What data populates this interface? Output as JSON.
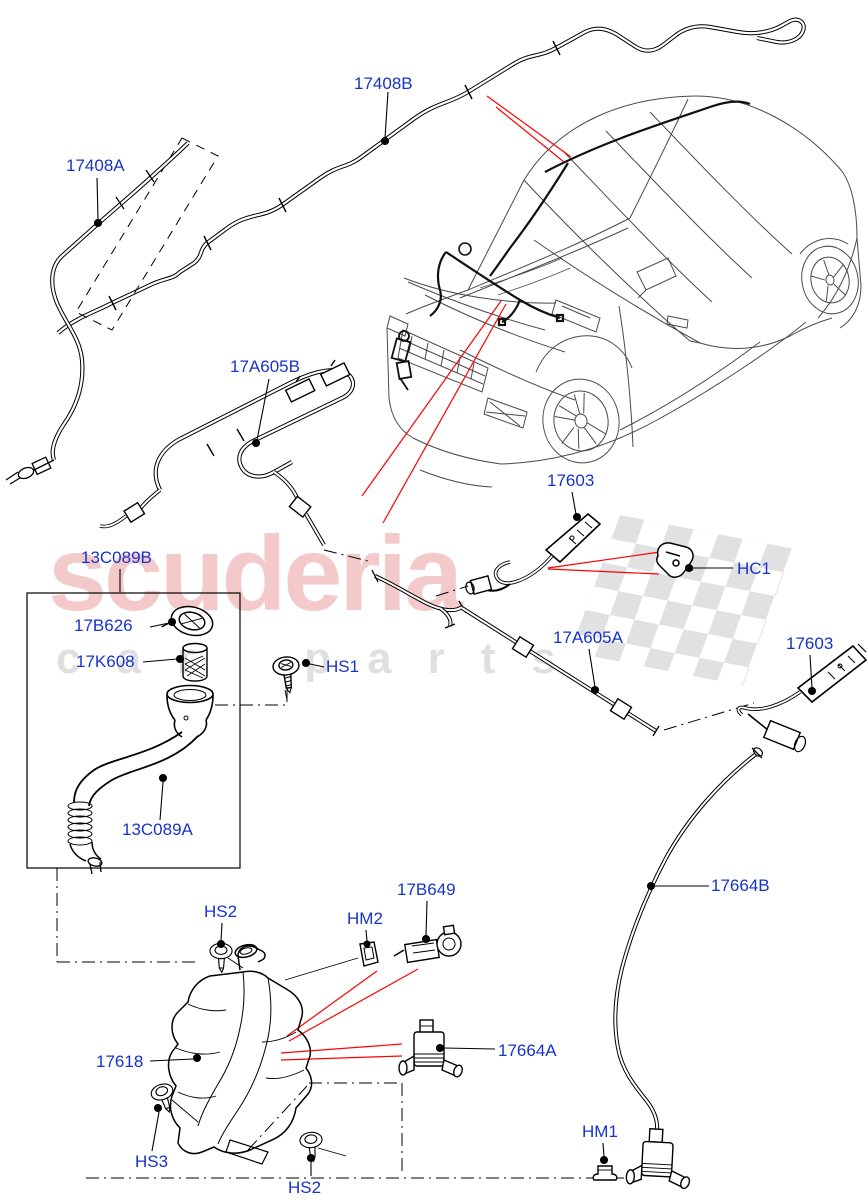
{
  "diagram": {
    "title_context": "windscreen washer parts diagram",
    "watermark": {
      "brand": "scuderia",
      "tagline": "car parts"
    },
    "labels": [
      {
        "id": "17408B",
        "text": "17408B"
      },
      {
        "id": "17408A",
        "text": "17408A"
      },
      {
        "id": "17A605B",
        "text": "17A605B"
      },
      {
        "id": "17603-a",
        "text": "17603"
      },
      {
        "id": "HC1",
        "text": "HC1"
      },
      {
        "id": "13C089B",
        "text": "13C089B"
      },
      {
        "id": "17B626",
        "text": "17B626"
      },
      {
        "id": "17K608",
        "text": "17K608"
      },
      {
        "id": "HS1",
        "text": "HS1"
      },
      {
        "id": "17A605A",
        "text": "17A605A"
      },
      {
        "id": "17603-b",
        "text": "17603"
      },
      {
        "id": "13C089A",
        "text": "13C089A"
      },
      {
        "id": "17664B",
        "text": "17664B"
      },
      {
        "id": "HS2-a",
        "text": "HS2"
      },
      {
        "id": "HM2",
        "text": "HM2"
      },
      {
        "id": "17B649",
        "text": "17B649"
      },
      {
        "id": "17618",
        "text": "17618"
      },
      {
        "id": "17664A",
        "text": "17664A"
      },
      {
        "id": "HS3",
        "text": "HS3"
      },
      {
        "id": "HS2-b",
        "text": "HS2"
      },
      {
        "id": "HM1",
        "text": "HM1"
      }
    ],
    "colors": {
      "label_blue": "#1733cb",
      "callout_red": "#ff0000",
      "line_black": "#000000",
      "watermark_red": "#d94f4f",
      "watermark_gray": "#dcdcdc",
      "flag_gray": "#d9d9d9"
    }
  }
}
